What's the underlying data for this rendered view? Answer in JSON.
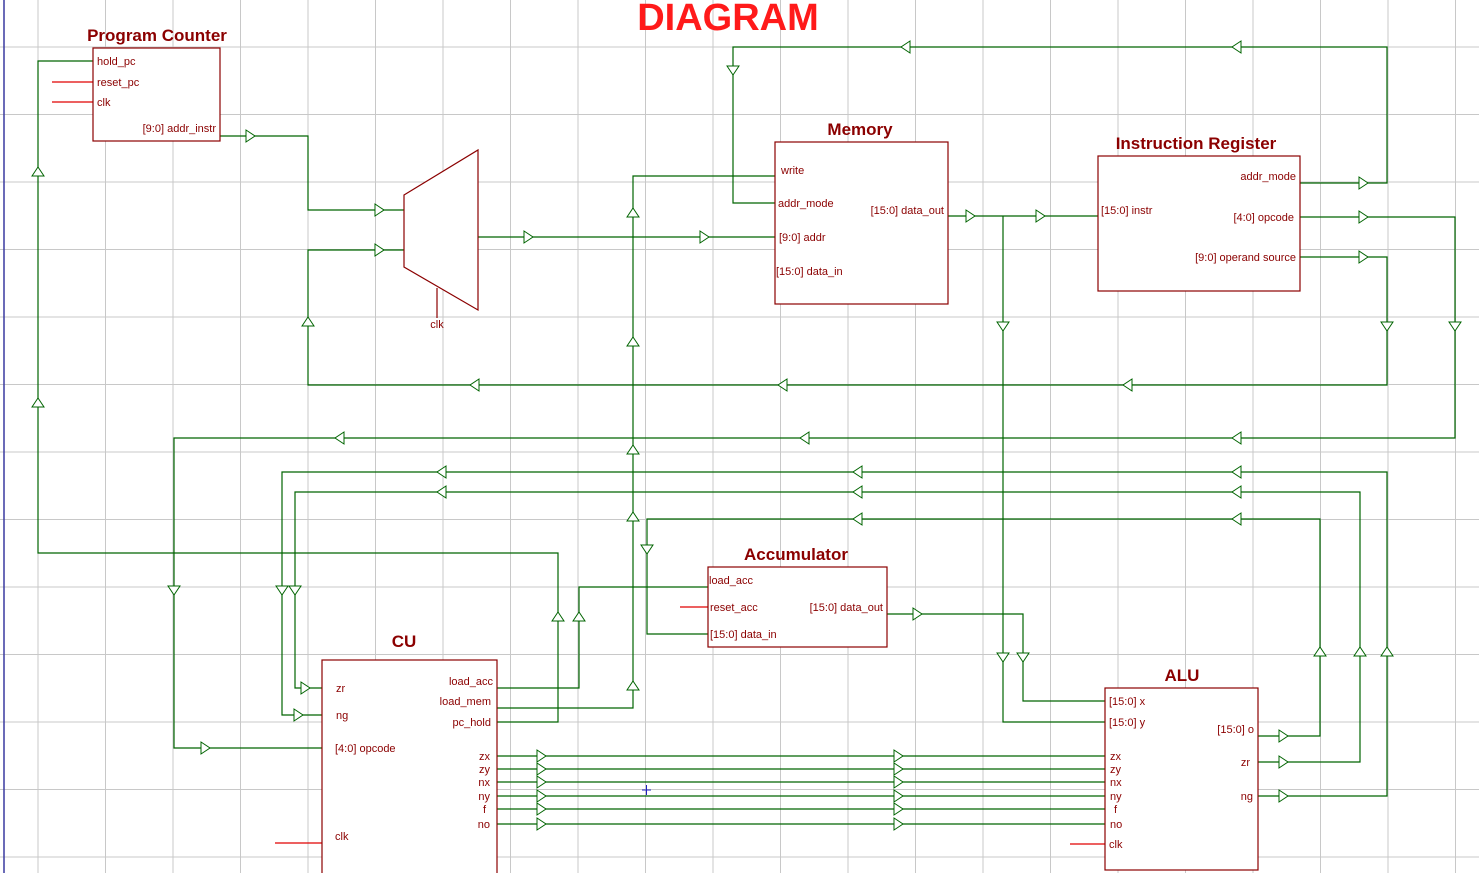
{
  "diagram": {
    "title": "DIAGRAM",
    "colors": {
      "title": "#ff1a1a",
      "block": "#8b0000",
      "wire": "#006400",
      "stub": "#e00000",
      "grid": "#c8c8c8"
    },
    "program_counter": {
      "title": "Program Counter",
      "ports": {
        "hold_pc": "hold_pc",
        "reset_pc": "reset_pc",
        "clk": "clk",
        "addr_instr": "[9:0] addr_instr"
      }
    },
    "mux": {
      "clk": "clk"
    },
    "memory": {
      "title": "Memory",
      "ports": {
        "write": "write",
        "addr_mode": "addr_mode",
        "addr": "[9:0] addr",
        "data_in": "[15:0] data_in",
        "data_out": "[15:0] data_out"
      }
    },
    "instruction_register": {
      "title": "Instruction Register",
      "ports": {
        "instr": "[15:0] instr",
        "addr_mode": "addr_mode",
        "opcode": "[4:0] opcode",
        "operand_source": "[9:0] operand source"
      }
    },
    "accumulator": {
      "title": "Accumulator",
      "ports": {
        "load_acc": "load_acc",
        "reset_acc": "reset_acc",
        "data_in": "[15:0] data_in",
        "data_out": "[15:0] data_out"
      }
    },
    "cu": {
      "title": "CU",
      "ports": {
        "zr": "zr",
        "ng": "ng",
        "opcode": "[4:0] opcode",
        "clk": "clk",
        "load_acc": "load_acc",
        "load_mem": "load_mem",
        "pc_hold": "pc_hold",
        "zx": "zx",
        "zy": "zy",
        "nx": "nx",
        "ny": "ny",
        "f": "f",
        "no": "no"
      }
    },
    "alu": {
      "title": "ALU",
      "ports": {
        "x": "[15:0] x",
        "y": "[15:0] y",
        "zx": "zx",
        "zy": "zy",
        "nx": "nx",
        "ny": "ny",
        "f": "f",
        "no": "no",
        "clk": "clk",
        "o": "[15:0] o",
        "zr": "zr",
        "ng": "ng"
      }
    }
  }
}
